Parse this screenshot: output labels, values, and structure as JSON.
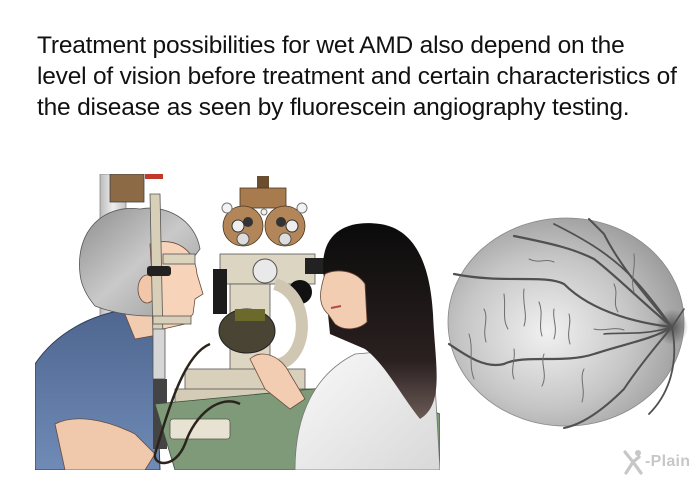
{
  "slide": {
    "caption": "Treatment possibilities for wet AMD also depend on the level of vision before treatment and certain characteristics of the disease as seen by fluorescein angiography testing.",
    "illustrations": [
      {
        "name": "eye-exam",
        "description": "Doctor examining patient with a slit lamp"
      },
      {
        "name": "retina",
        "description": "Fundus view of retina with blood vessels"
      }
    ],
    "logo": {
      "text": "-Plain",
      "mark": "X"
    }
  },
  "colors": {
    "text": "#111111",
    "background": "#ffffff",
    "shirt_blue": "#5a76a0",
    "hair_gray": "#a8a8a8",
    "skin": "#f3cdb2",
    "phoropter_brown": "#a87b4e",
    "machine_beige": "#d9d2bf",
    "table_green": "#7f9a78",
    "coat_white": "#ececec",
    "doctor_hair": "#1a1414",
    "retina_gray": "#bdbdbd",
    "vessel_gray": "#555555",
    "logo_gray": "#c7c7c7"
  }
}
